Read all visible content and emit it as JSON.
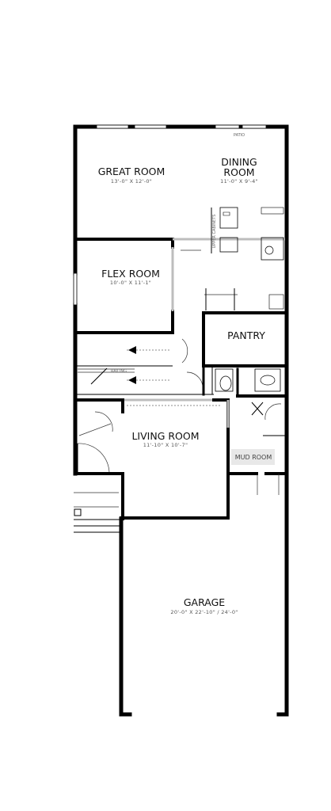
{
  "rooms": {
    "great_room": {
      "name": "GREAT ROOM",
      "dims": "13'-0\" X 12'-0\""
    },
    "dining_room": {
      "name_line1": "DINING",
      "name_line2": "ROOM",
      "dims": "11'-0\" X 9'-4\""
    },
    "flex_room": {
      "name": "FLEX ROOM",
      "dims": "10'-0\" X 11'-1\""
    },
    "pantry": {
      "name": "PANTRY"
    },
    "living_room": {
      "name": "LIVING ROOM",
      "dims": "11'-10\" X 10'-7\""
    },
    "mud_room": {
      "name": "MUD ROOM"
    },
    "garage": {
      "name": "GARAGE",
      "dims": "20'-0\" X 22'-10\" / 24'-0\""
    }
  },
  "annotations": {
    "railing": "RAILING",
    "patio": "PATIO",
    "upper_cabinets": "UPPER CABINETS"
  },
  "colors": {
    "wall": "#000000",
    "beam": "#bdbdbd",
    "mud_room_badge": "#e8e8e8"
  }
}
